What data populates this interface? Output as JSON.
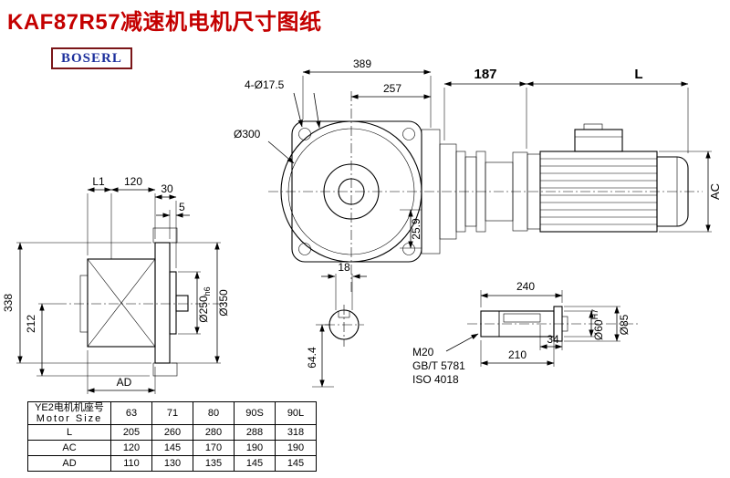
{
  "page": {
    "title": "KAF87R57减速机电机尺寸图纸",
    "logo": "BOSERL"
  },
  "front_view": {
    "dim_width": "389",
    "dim_257": "257",
    "bolt_holes": "4-Ø17.5",
    "flange_dia": "Ø300",
    "dim_offset": "25.9",
    "keyway_width": "18",
    "dim_center_height": "64.4"
  },
  "side_view": {
    "dim_l1": "L1",
    "dim_120": "120",
    "dim_30": "30",
    "dim_5": "5",
    "dim_height": "338",
    "dim_212": "212",
    "dim_ad": "AD",
    "spigot_dia": "Ø250",
    "spigot_tol": "h6",
    "flange_dia": "Ø350"
  },
  "motor_view": {
    "dim_adapter": "187",
    "dim_motor_length": "L",
    "dim_motor_dia": "AC"
  },
  "shaft_detail": {
    "dim_length": "240",
    "dim_34": "34",
    "dim_210": "210",
    "thread": "M20",
    "standard_gb": "GB/T 5781",
    "standard_iso": "ISO 4018",
    "shaft_dia": "Ø60",
    "shaft_tol": "H7",
    "shoulder_dia": "Ø85"
  },
  "table": {
    "header_label_cn": "YE2电机机座号",
    "header_label_en": "Motor Size",
    "columns": [
      "63",
      "71",
      "80",
      "90S",
      "90L"
    ],
    "rows": [
      {
        "label": "L",
        "values": [
          "205",
          "260",
          "280",
          "288",
          "318"
        ]
      },
      {
        "label": "AC",
        "values": [
          "120",
          "145",
          "170",
          "190",
          "190"
        ]
      },
      {
        "label": "AD",
        "values": [
          "110",
          "130",
          "135",
          "145",
          "145"
        ]
      }
    ]
  }
}
